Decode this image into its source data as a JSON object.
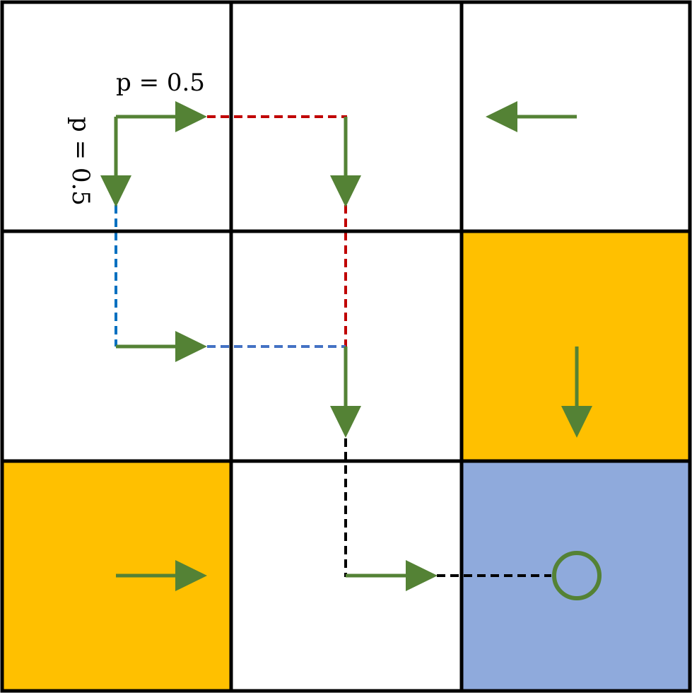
{
  "grid": {
    "rows": 3,
    "cols": 3,
    "cells": [
      {
        "row": 0,
        "col": 0,
        "fill": "white",
        "action": "right-down"
      },
      {
        "row": 0,
        "col": 1,
        "fill": "white",
        "action": "down"
      },
      {
        "row": 0,
        "col": 2,
        "fill": "white",
        "action": "left"
      },
      {
        "row": 1,
        "col": 0,
        "fill": "white",
        "action": "right"
      },
      {
        "row": 1,
        "col": 1,
        "fill": "white",
        "action": "down"
      },
      {
        "row": 1,
        "col": 2,
        "fill": "hazard",
        "action": "down"
      },
      {
        "row": 2,
        "col": 0,
        "fill": "hazard",
        "action": "right"
      },
      {
        "row": 2,
        "col": 1,
        "fill": "white",
        "action": "right"
      },
      {
        "row": 2,
        "col": 2,
        "fill": "goal",
        "action": "stay"
      }
    ]
  },
  "labels": {
    "right_prob": "p = 0.5",
    "down_prob": "p = 0.5"
  },
  "colors": {
    "hazard": "#FFC000",
    "goal": "#8FAADC",
    "policy_arrow": "#548235",
    "path_red": "#C00000",
    "path_blue_upper": "#0070C0",
    "path_blue_lower": "#4472C4",
    "path_black": "#000000",
    "grid_line": "#000000"
  }
}
